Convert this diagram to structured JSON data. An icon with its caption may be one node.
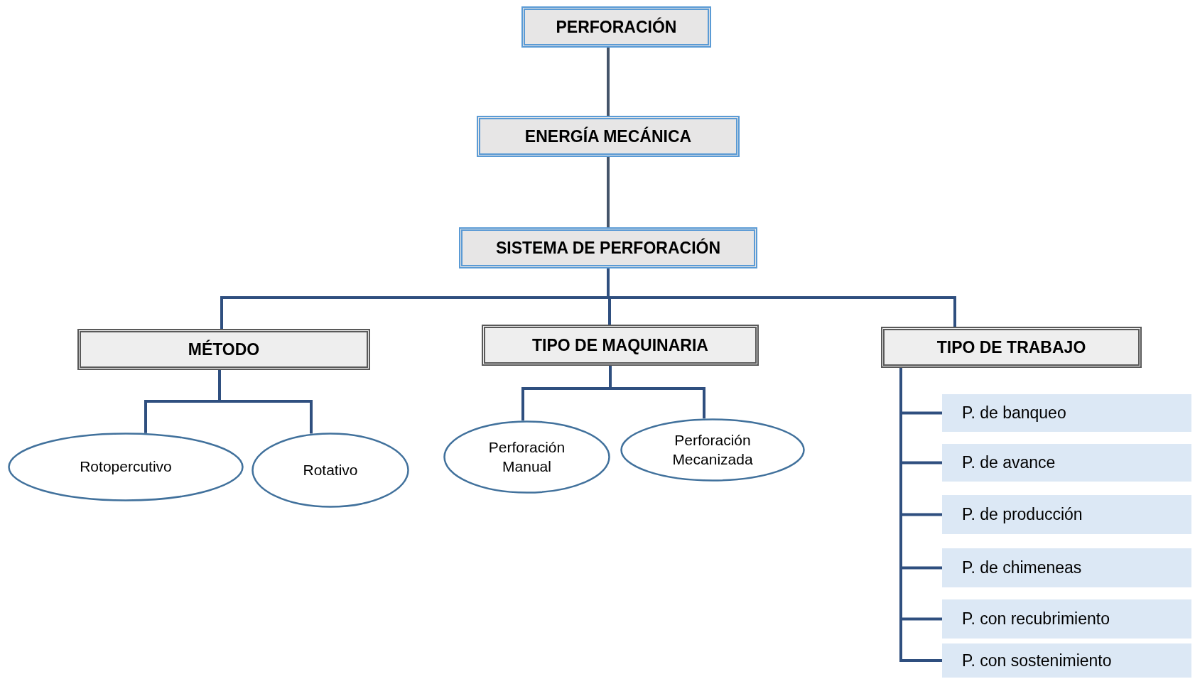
{
  "diagram": {
    "nodes": [
      {
        "text": [
          "PERFORACIÓN"
        ]
      },
      {
        "text": [
          "ENERGÍA MECÁNICA"
        ]
      },
      {
        "text": [
          "SISTEMA DE PERFORACIÓN"
        ]
      },
      {
        "text": [
          "MÉTODO"
        ]
      },
      {
        "text": [
          "TIPO DE MAQUINARIA"
        ]
      },
      {
        "text": [
          "TIPO DE TRABAJO"
        ]
      },
      {
        "text": [
          "Rotopercutivo"
        ]
      },
      {
        "text": [
          "Rotativo"
        ]
      },
      {
        "text": [
          "Perforación Manual"
        ]
      },
      {
        "text": [
          "Perforación Mecanizada"
        ]
      },
      {
        "text": [
          "P. de banqueo"
        ]
      },
      {
        "text": [
          "P. de avance"
        ]
      },
      {
        "text": [
          "P. de producción"
        ]
      },
      {
        "text": [
          "P. de chimeneas"
        ]
      },
      {
        "text": [
          "P. con recubrimiento"
        ]
      },
      {
        "text": [
          "P. con sostenimiento"
        ]
      }
    ],
    "edges": [
      {
        "from": 0,
        "to": 1,
        "arrow": "none"
      },
      {
        "from": 1,
        "to": 2,
        "arrow": "none"
      },
      {
        "from": 2,
        "to": 3,
        "arrow": "none"
      },
      {
        "from": 2,
        "to": 4,
        "arrow": "none"
      },
      {
        "from": 2,
        "to": 5,
        "arrow": "none"
      },
      {
        "from": 3,
        "to": 6,
        "arrow": "none"
      },
      {
        "from": 3,
        "to": 7,
        "arrow": "none"
      },
      {
        "from": 4,
        "to": 8,
        "arrow": "none"
      },
      {
        "from": 4,
        "to": 9,
        "arrow": "none"
      },
      {
        "from": 5,
        "to": 10,
        "arrow": "none"
      },
      {
        "from": 5,
        "to": 11,
        "arrow": "none"
      },
      {
        "from": 5,
        "to": 12,
        "arrow": "none"
      },
      {
        "from": 5,
        "to": 13,
        "arrow": "none"
      },
      {
        "from": 5,
        "to": 14,
        "arrow": "none"
      },
      {
        "from": 5,
        "to": 15,
        "arrow": "none"
      }
    ]
  }
}
